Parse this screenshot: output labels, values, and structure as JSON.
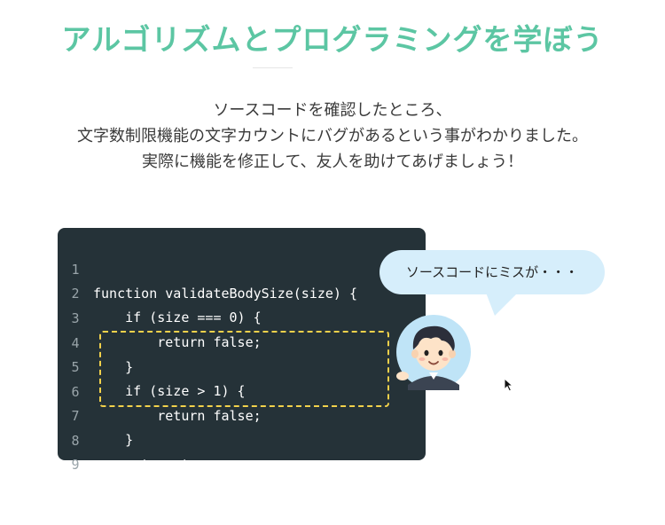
{
  "header": {
    "title": "アルゴリズムとプログラミングを学ぼう"
  },
  "description": {
    "lines": [
      "ソースコードを確認したところ、",
      "文字数制限機能の文字カウントにバグがあるという事がわかりました。",
      "実際に機能を修正して、友人を助けてあげましょう！"
    ]
  },
  "code": {
    "lines": [
      {
        "no": "1",
        "text": "function validateBodySize(size) {"
      },
      {
        "no": "2",
        "text": "    if (size === 0) {"
      },
      {
        "no": "3",
        "text": "        return false;"
      },
      {
        "no": "4",
        "text": "    }"
      },
      {
        "no": "5",
        "text": "    if (size > 1) {"
      },
      {
        "no": "6",
        "text": "        return false;"
      },
      {
        "no": "7",
        "text": "    }"
      },
      {
        "no": "8",
        "text": "    return true;"
      },
      {
        "no": "9",
        "text": "}"
      }
    ]
  },
  "bubble": {
    "text": "ソースコードにミスが・・・"
  },
  "colors": {
    "title": "#5cc6a3",
    "code_background": "#253238",
    "highlight_border": "#f2d14b",
    "bubble_background": "#d6eefb"
  },
  "icons": {
    "avatar": "boy-avatar-icon",
    "cursor": "mouse-cursor-icon"
  }
}
